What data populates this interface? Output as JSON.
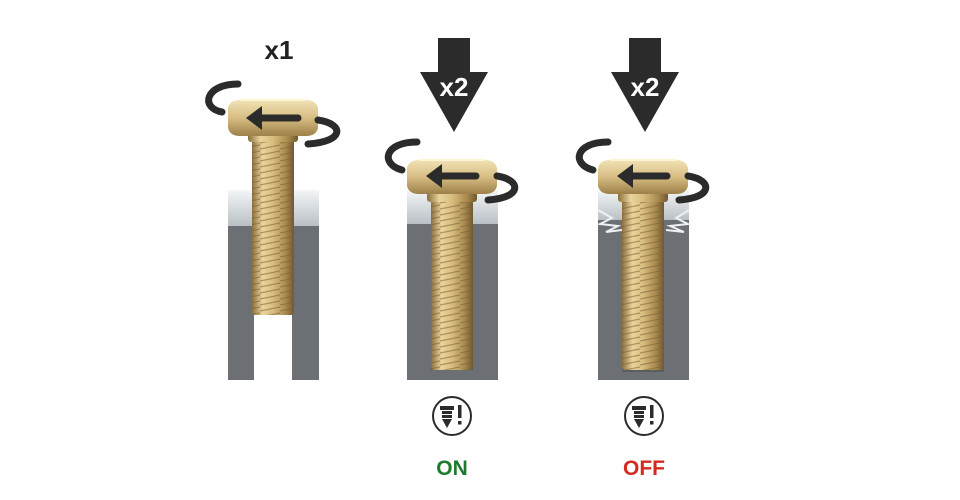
{
  "steps": [
    {
      "multiplier": "x1",
      "status": ""
    },
    {
      "multiplier": "x2",
      "status": "ON"
    },
    {
      "multiplier": "x2",
      "status": "OFF"
    }
  ],
  "colors": {
    "on": "#1e7a2c",
    "off": "#d42a20",
    "block": "#6c7075",
    "arrow": "#2b2b2b",
    "brass": "#c8ab6a"
  },
  "icons": {
    "rotation": "rotate-arrow-icon",
    "press": "down-arrow-icon",
    "feature": "screw-alert-icon"
  }
}
